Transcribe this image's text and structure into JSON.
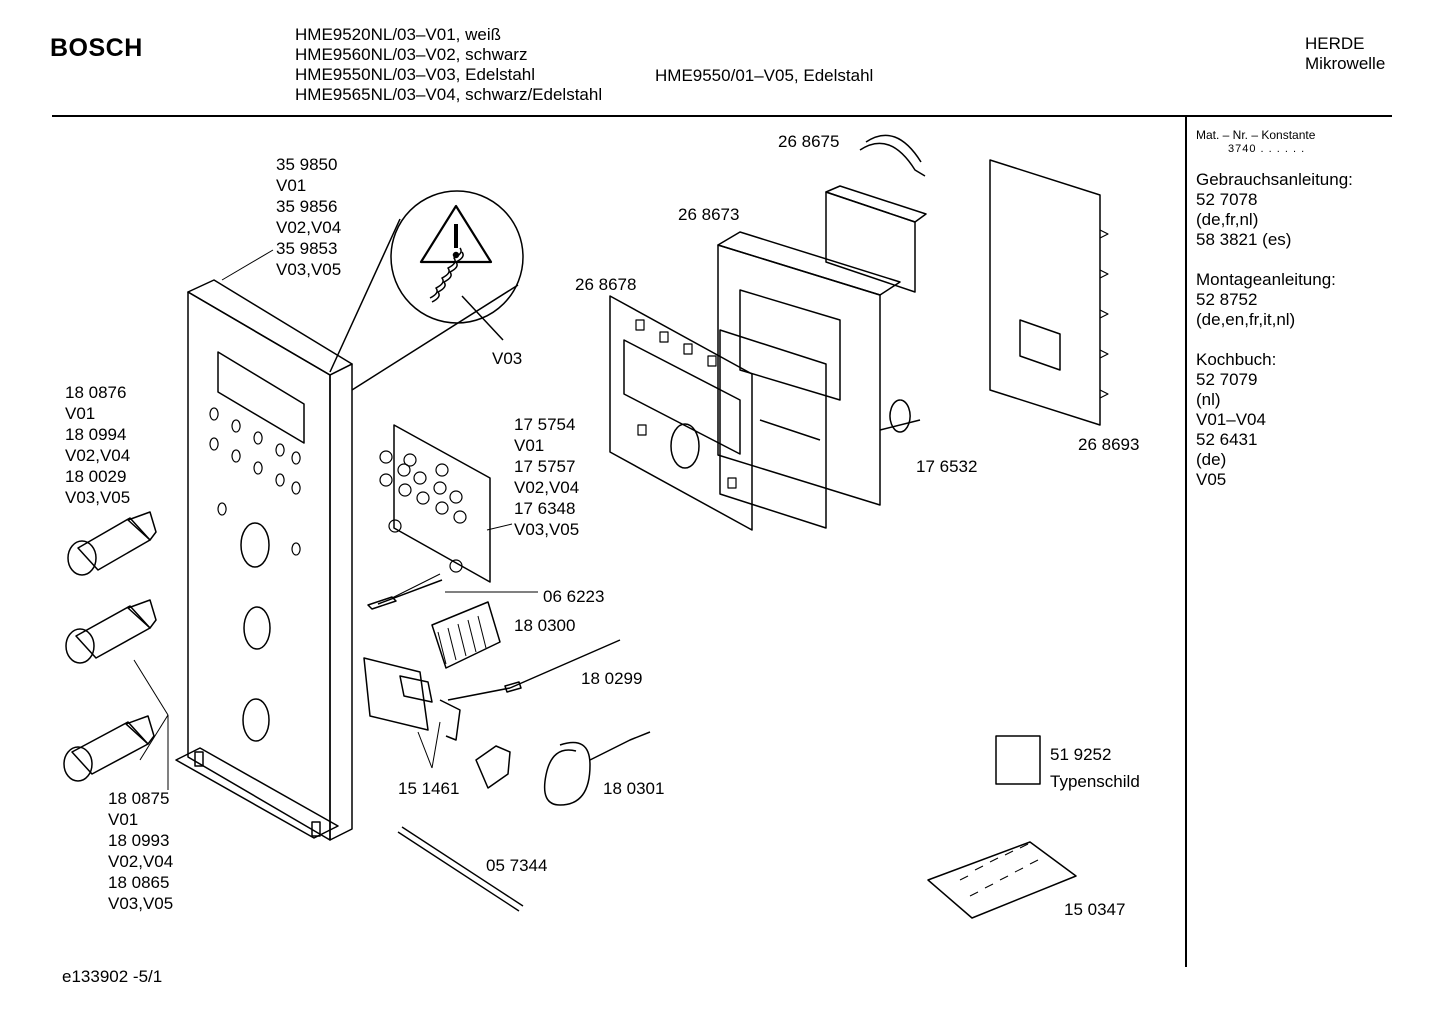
{
  "header": {
    "brand": "BOSCH",
    "models": [
      "HME9520NL/03–V01, weiß",
      "HME9560NL/03–V02, schwarz",
      "HME9550NL/03–V03, Edelstahl",
      "HME9565NL/03–V04, schwarz/Edelstahl"
    ],
    "model_extra": "HME9550/01–V05, Edelstahl",
    "category": [
      "HERDE",
      "Mikrowelle"
    ]
  },
  "sidebar": {
    "mat_label": "Mat. – Nr. – Konstante",
    "mat_value": "3740  .  .  .  .  .  .",
    "groups": [
      {
        "title": "Gebrauchsanleitung:",
        "lines": [
          "52 7078",
          "(de,fr,nl)",
          "58 3821 (es)"
        ]
      },
      {
        "title": "Montageanleitung:",
        "lines": [
          "52 8752",
          "(de,en,fr,it,nl)"
        ]
      },
      {
        "title": "Kochbuch:",
        "lines": [
          "52 7079",
          "(nl)",
          "V01–V04",
          "52 6431",
          "(de)",
          "V05"
        ]
      }
    ]
  },
  "parts": {
    "panel": [
      "35 9850",
      "V01",
      "35 9856",
      "V02,V04",
      "35 9853",
      "V03,V05"
    ],
    "warning_variant": "V03",
    "knob_top": [
      "18 0876",
      "V01",
      "18 0994",
      "V02,V04",
      "18 0029",
      "V03,V05"
    ],
    "knob_bottom": [
      "18 0875",
      "V01",
      "18 0993",
      "V02,V04",
      "18 0865",
      "V03,V05"
    ],
    "board": [
      "17 5754",
      "V01",
      "17 5757",
      "V02,V04",
      "17 6348",
      "V03,V05"
    ],
    "p_066223": "06 6223",
    "p_180300": "18 0300",
    "p_180299": "18 0299",
    "p_151461": "15 1461",
    "p_180301": "18 0301",
    "p_057344": "05 7344",
    "p_268675": "26 8675",
    "p_268673": "26 8673",
    "p_268678": "26 8678",
    "p_176532": "17 6532",
    "p_268693": "26 8693",
    "p_519252": "51 9252",
    "typenschild": "Typenschild",
    "p_150347": "15 0347"
  },
  "footer": "e133902 -5/1"
}
